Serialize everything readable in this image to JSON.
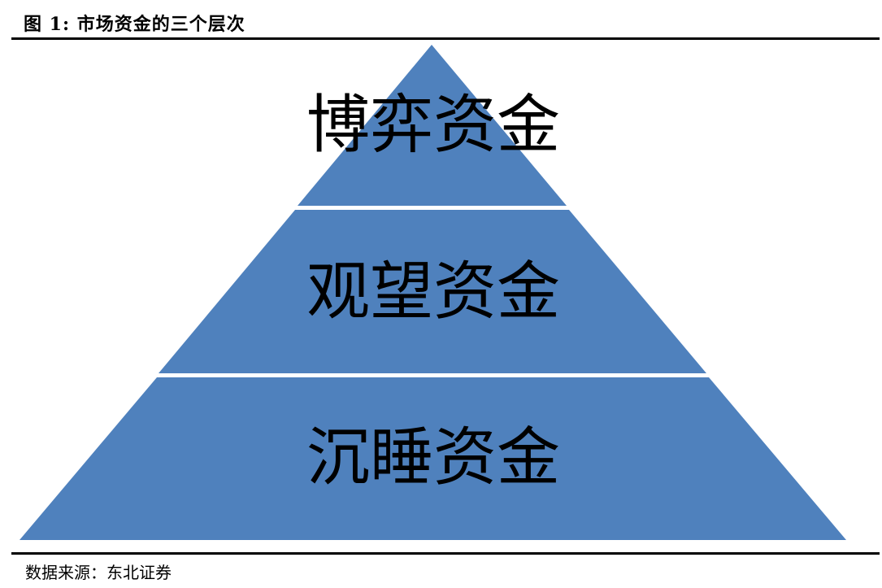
{
  "figure": {
    "title": "图  1:  市场资金的三个层次",
    "source": "数据来源：东北证券"
  },
  "pyramid": {
    "fill_color": "#4f81bd",
    "separator_color": "#ffffff",
    "tiers": [
      {
        "label": "博弈资金"
      },
      {
        "label": "观望资金"
      },
      {
        "label": "沉睡资金"
      }
    ]
  }
}
